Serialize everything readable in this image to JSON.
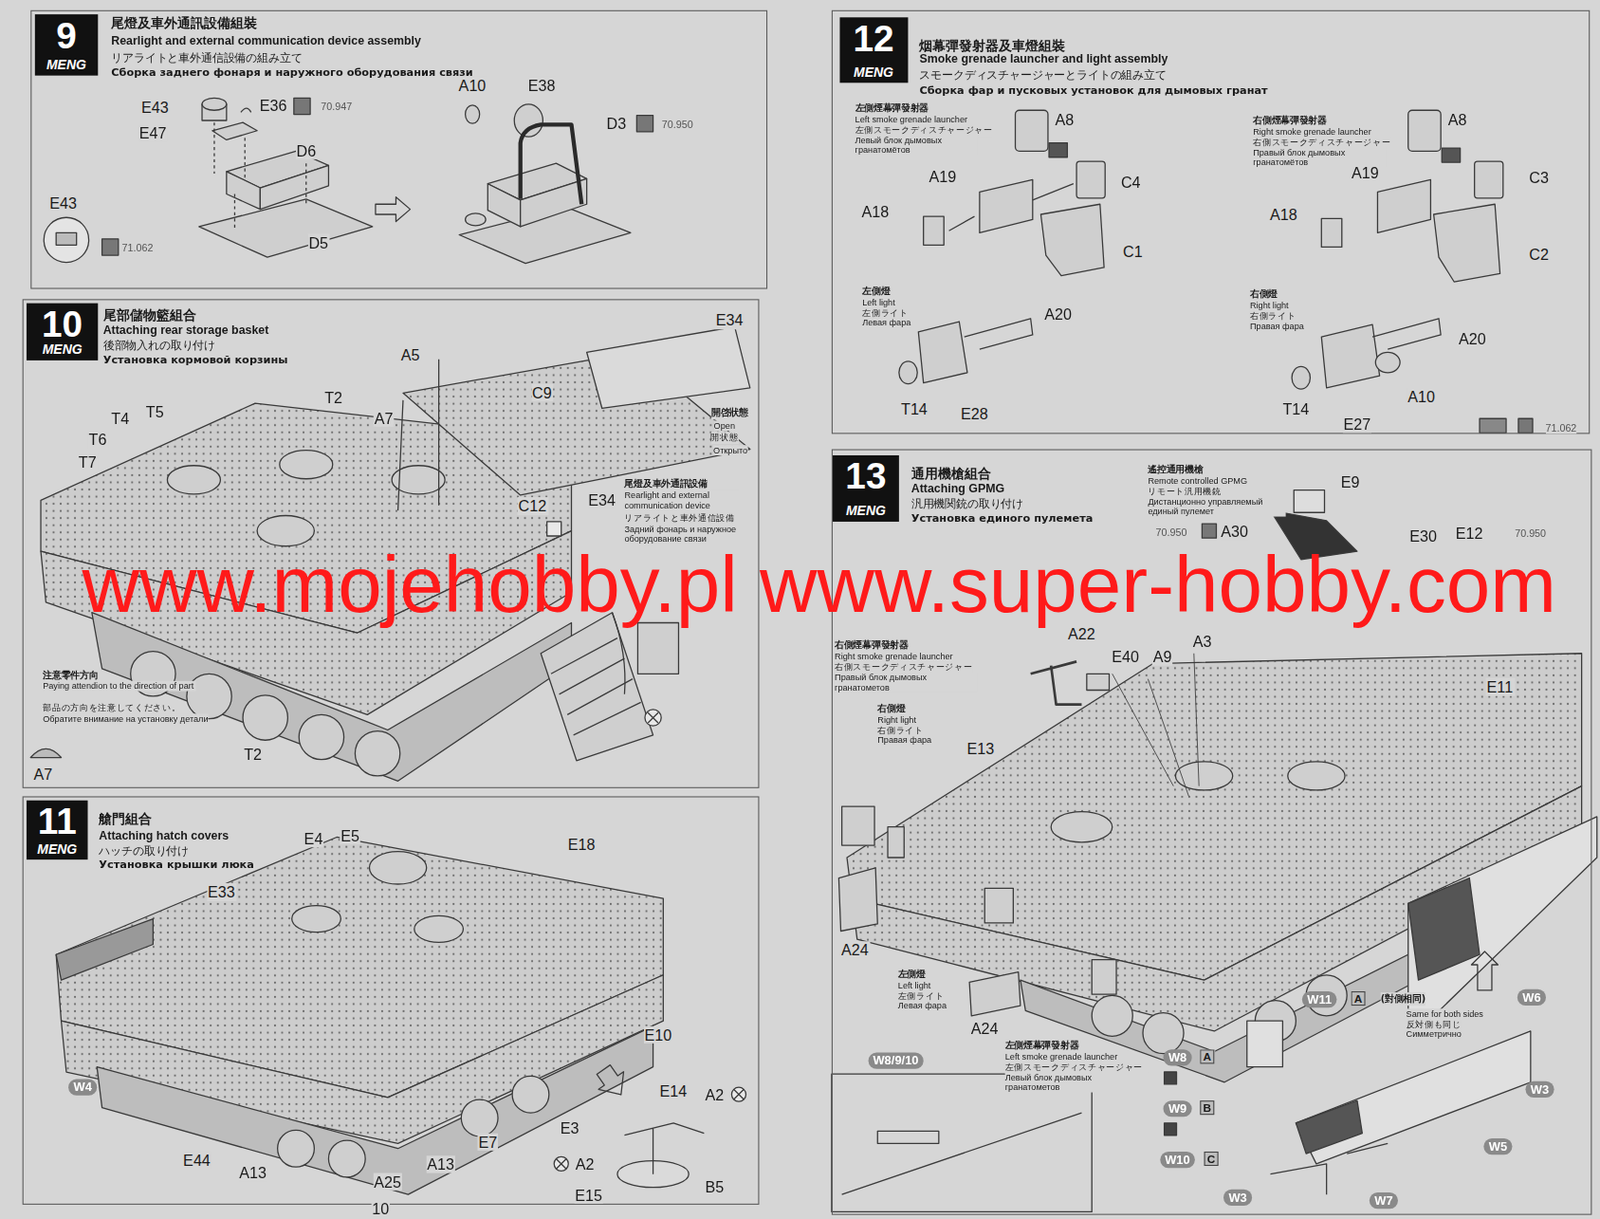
{
  "diagram": {
    "nodes": [
      {
        "text": [
          "尾燈及車外通訊設備組裝",
          "Rearlight and external communication device assembly",
          "リアライトと車外通信設備の組み立て",
          "Сборка заднего фонаря и наружного оборудования связи"
        ]
      },
      {
        "text": [
          "9",
          "MENG"
        ],
        "in": 0
      },
      {
        "text": [
          "尾部儲物籃組合",
          "Attaching rear storage basket",
          "後部物入れの取り付け",
          "Установка кормовой корзины"
        ]
      },
      {
        "text": [
          "10",
          "MENG"
        ],
        "in": 2
      },
      {
        "text": [
          "艙門組合",
          "Attaching hatch covers",
          "ハッチの取り付け",
          "Установка крышки люка"
        ]
      },
      {
        "text": [
          "11",
          "MENG"
        ],
        "in": 4
      },
      {
        "text": [
          "W4"
        ],
        "in": 4
      },
      {
        "text": [
          "烟幕彈發射器及車燈組裝",
          "Smoke grenade launcher and light assembly",
          "スモークディスチャージャーとライトの組み立て",
          "Сборка фар и пусковых установок для дымовых гранат"
        ]
      },
      {
        "text": [
          "12",
          "MENG"
        ],
        "in": 7
      },
      {
        "text": [
          "通用機槍組合",
          "Attaching GPMG",
          "汎用機関銃の取り付け",
          "Установка единого пулемета"
        ]
      },
      {
        "text": [
          "13",
          "MENG"
        ],
        "in": 9
      },
      {
        "text": [
          "W11"
        ],
        "in": 9
      },
      {
        "text": [
          "W6"
        ],
        "in": 9
      },
      {
        "text": [
          "W8"
        ],
        "in": 9
      },
      {
        "text": [
          "W8/9/10"
        ],
        "in": 9
      },
      {
        "text": [
          "W3"
        ],
        "in": 9
      },
      {
        "text": [
          "W9"
        ],
        "in": 9
      },
      {
        "text": [
          "W5"
        ],
        "in": 9
      },
      {
        "text": [
          "W10"
        ],
        "in": 9
      },
      {
        "text": [
          "W3"
        ],
        "in": 9
      },
      {
        "text": [
          "W7"
        ],
        "in": 9
      }
    ],
    "labels": [
      "E43",
      "E36",
      "70.947",
      "E47",
      "D6",
      "E43",
      "71.062",
      "D5",
      "A10",
      "E38",
      "D3",
      "70.950",
      "A5",
      "E34",
      "C9",
      "T2",
      "T4",
      "T5",
      "T6",
      "T7",
      "A7",
      "開啓狀態",
      "Open",
      "開状態",
      "Открыто",
      "C12",
      "E34",
      "尾燈及車外通訊設備",
      "Rearlight and external communication device",
      "リアライトと車外通信設備",
      "Задний фонарь и наружное оборудование связи",
      "注意零件方向",
      "Paying attendion to the direction of part",
      "部品の方向を注意してください。",
      "Обратите внимание на установку детали",
      "A7",
      "T2",
      "E4",
      "E5",
      "E18",
      "E33",
      "E10",
      "E7",
      "E14",
      "A2",
      "E3",
      "A2",
      "E44",
      "A13",
      "A25",
      "A13",
      "E15",
      "B5",
      "10",
      "左側煙幕彈發射器",
      "Left smoke grenade launcher",
      "左側スモークディスチャージャー",
      "Левый блок дымовых гранатомётов",
      "A8",
      "A19",
      "C4",
      "A18",
      "C1",
      "左側燈",
      "Left light",
      "左側ライト",
      "Левая фара",
      "A20",
      "T14",
      "E28",
      "右側煙幕彈發射器",
      "Right smoke grenade launcher",
      "右側スモークディスチャージャー",
      "Правый блок дымовых гранатомётов",
      "A8",
      "A19",
      "C3",
      "A18",
      "C2",
      "右側燈",
      "Right light",
      "右側ライト",
      "Правая фара",
      "A20",
      "A10",
      "T14",
      "E27",
      "71.062",
      "遙控通用機槍",
      "Remote controlled GPMG",
      "リモート汎用機銃",
      "Дистанционно управляемый единый пулемет",
      "E9",
      "70.950",
      "A30",
      "E30",
      "E12",
      "70.950",
      "右側煙幕彈發射器",
      "Right smoke grenade launcher",
      "右側スモークディスチャージャー",
      "Правый блок дымовых гранатометов",
      "右側燈",
      "Right light",
      "右側ライト",
      "Правая фара",
      "A22",
      "E40",
      "A9",
      "A3",
      "E11",
      "E13",
      "A24",
      "左側燈",
      "Left light",
      "左側ライト",
      "Левая фара",
      "A24",
      "左側煙幕彈發射器",
      "Left smoke grenade launcher",
      "左側スモークディスチャージャー",
      "Левый блок дымовых гранатометов",
      "A",
      "(對側相同)",
      "Same for both sides",
      "反対側も同じ",
      "Симметрично",
      "A",
      "B",
      "C",
      "www.mojehobby.pl www.super-hobby.com"
    ]
  }
}
